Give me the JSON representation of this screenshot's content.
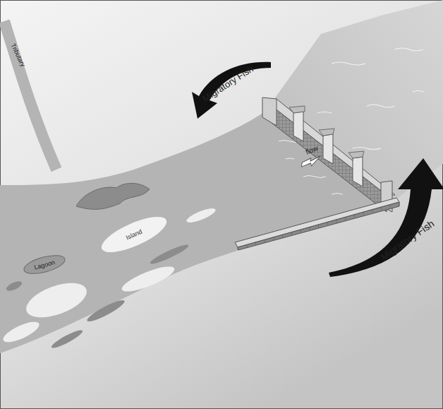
{
  "diagram": {
    "nodes": [
      {
        "text": [
          "Lagoon"
        ]
      },
      {
        "text": [
          "Island"
        ]
      }
    ],
    "labels": [
      "Migratory Fish",
      "Migratory Fish",
      "flow",
      "Tributary"
    ]
  }
}
